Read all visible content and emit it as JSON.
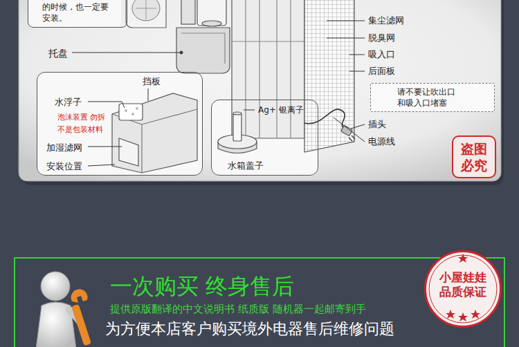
{
  "diagram": {
    "nodes": [
      {
        "text": [
          "的时候，也一定要 安装。"
        ]
      },
      {
        "text": [
          "挡板",
          "水浮子",
          "泡沫装置 勿拆 不是包装材料",
          "加湿滤网",
          "安装位置"
        ]
      },
      {
        "text": [
          "Ag+ 银离子",
          "水箱盖子"
        ]
      },
      {
        "text": [
          "请不要让吹出口 和吸入口堵塞"
        ]
      },
      {
        "text": [
          "盗图必究"
        ]
      },
      {
        "text": [
          "一次购买 终身售后",
          "提供原版翻译的中文说明书 纸质版 随机器一起邮寄到手",
          "为方便本店客户购买境外电器售后维修问题"
        ]
      },
      {
        "text": [
          "小屋娃娃 品质保证"
        ]
      }
    ],
    "labels": [
      "托盘",
      "集尘滤网",
      "脱臭网",
      "吸入口",
      "后面板",
      "插头",
      "电源线"
    ]
  }
}
